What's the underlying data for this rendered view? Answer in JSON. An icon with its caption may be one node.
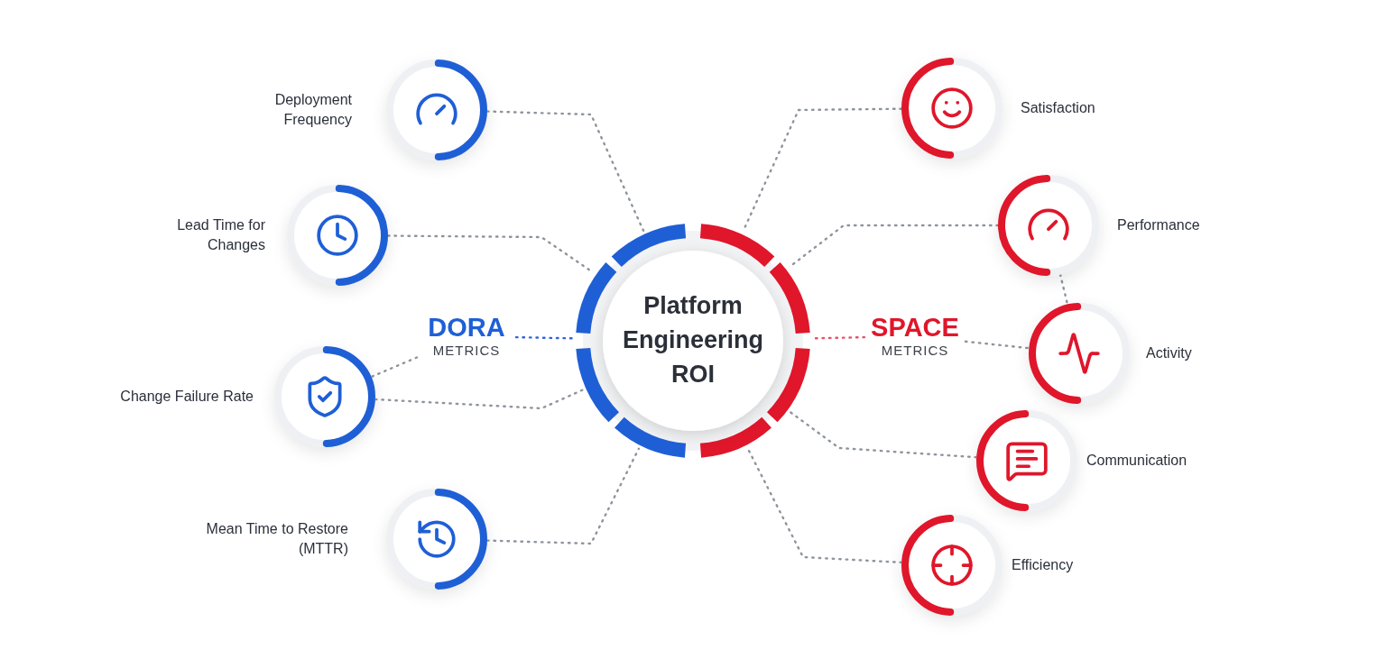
{
  "diagram": {
    "nodes": [
      {
        "text": [
          "Platform Engineering ROI"
        ]
      },
      {
        "text": [
          "DORA",
          "METRICS"
        ]
      },
      {
        "text": [
          "SPACE",
          "METRICS"
        ]
      },
      {
        "text": [],
        "shape": "circle",
        "beside": [
          "Deployment Frequency"
        ]
      },
      {
        "text": [],
        "shape": "circle",
        "beside": [
          "Lead Time for Changes"
        ]
      },
      {
        "text": [],
        "shape": "circle",
        "beside": [
          "Change Failure Rate"
        ]
      },
      {
        "text": [],
        "shape": "circle",
        "beside": [
          "Mean Time to Restore (MTTR)"
        ]
      },
      {
        "text": [],
        "shape": "circle",
        "beside": [
          "Satisfaction"
        ]
      },
      {
        "text": [],
        "shape": "circle",
        "beside": [
          "Performance"
        ]
      },
      {
        "text": [],
        "shape": "circle",
        "beside": [
          "Activity"
        ]
      },
      {
        "text": [],
        "shape": "circle",
        "beside": [
          "Communication"
        ]
      },
      {
        "text": [],
        "shape": "circle",
        "beside": [
          "Efficiency"
        ]
      }
    ],
    "edges": [
      {
        "from": 3,
        "to": 0,
        "arrow": "none"
      },
      {
        "from": 4,
        "to": 0,
        "arrow": "none"
      },
      {
        "from": 5,
        "to": 0,
        "arrow": "none"
      },
      {
        "from": 6,
        "to": 0,
        "arrow": "none"
      },
      {
        "from": 1,
        "to": 0,
        "arrow": "none",
        "color": "#2f66d8"
      },
      {
        "from": 1,
        "to": 5,
        "arrow": "none"
      },
      {
        "from": 7,
        "to": 0,
        "arrow": "none"
      },
      {
        "from": 8,
        "to": 0,
        "arrow": "none"
      },
      {
        "from": 2,
        "to": 0,
        "arrow": "none",
        "color": "#e8506a"
      },
      {
        "from": 2,
        "to": 9,
        "arrow": "none"
      },
      {
        "from": 8,
        "to": 9,
        "arrow": "none"
      },
      {
        "from": 10,
        "to": 0,
        "arrow": "none"
      },
      {
        "from": 11,
        "to": 0,
        "arrow": "none"
      }
    ]
  }
}
